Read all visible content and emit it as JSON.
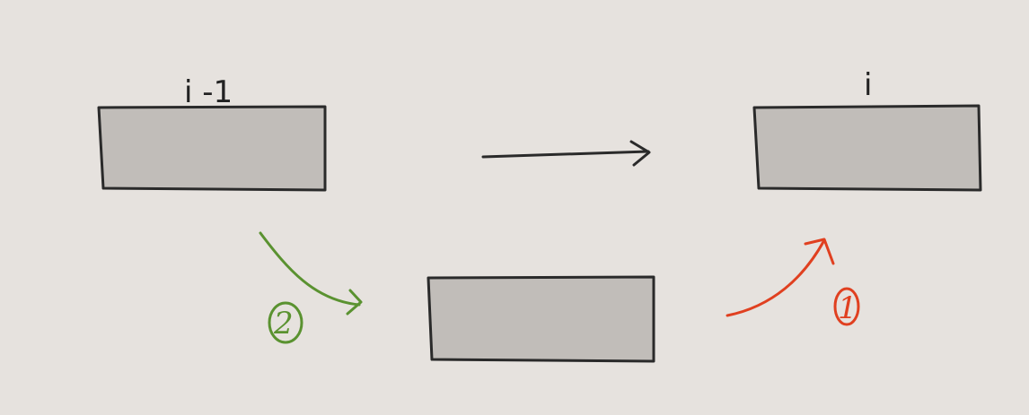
{
  "colors": {
    "background": "#e6e2de",
    "box_fill": "#c1bdb9",
    "box_stroke": "#2a2a2a",
    "arrow_black": "#2a2a2a",
    "arrow_green": "#5a9230",
    "arrow_red": "#e04020"
  },
  "boxes": {
    "prev": {
      "label": "i -1"
    },
    "current": {
      "label": "i"
    },
    "middle": {
      "label": ""
    }
  },
  "steps": {
    "one": "1",
    "two": "2"
  }
}
